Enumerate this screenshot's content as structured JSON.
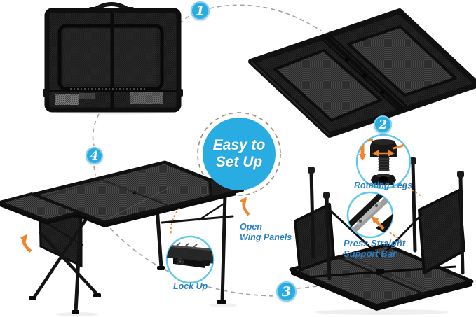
{
  "center_badge": {
    "line1": "Easy to",
    "line2": "Set Up"
  },
  "step_badges": {
    "one": "1",
    "two": "2",
    "three": "3",
    "four": "4"
  },
  "annotations": {
    "rotating_legs": "Rotating Legs",
    "press_straight_line1": "Press Straight",
    "press_straight_line2": "Support Bar",
    "open_wing_line1": "Open",
    "open_wing_line2": "Wing Panels",
    "lock_up": "Lock Up"
  },
  "colors": {
    "accent_blue": "#29ace2",
    "label_blue": "#2b80c3",
    "arrow_orange": "#f0862c",
    "dash_gray": "#a3a39e",
    "dash_ring_brown": "#9c8d7c",
    "product_black": "#141414",
    "inset_ring_blue": "#5fc8ee"
  },
  "icons": {
    "carry_handle": "black-arched-carry-handle",
    "rotate_arrows": "orange-curved-rotation-arrows",
    "down_arrow": "orange-down-arrow",
    "double_arrow": "orange-left-right-arrow",
    "wing_rotate_arrow": "orange-curved-flip-arrow"
  }
}
